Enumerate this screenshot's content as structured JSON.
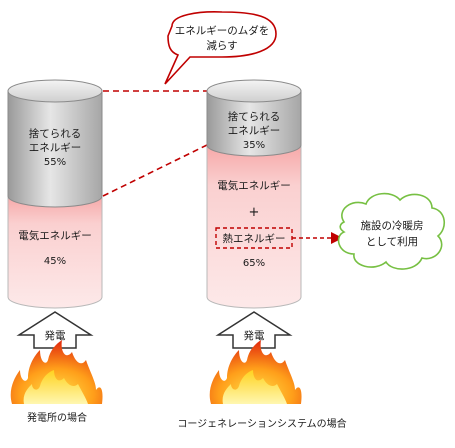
{
  "callout_top": {
    "line1": "エネルギーのムダを",
    "line2": "減らす"
  },
  "left_cylinder": {
    "waste_label_1": "捨てられる",
    "waste_label_2": "エネルギー",
    "waste_percent": "55%",
    "electric_label": "電気エネルギー",
    "electric_percent": "45%"
  },
  "right_cylinder": {
    "waste_label_1": "捨てられる",
    "waste_label_2": "エネルギー",
    "waste_percent": "35%",
    "electric_label": "電気エネルギー",
    "plus": "+",
    "heat_label": "熱エネルギー",
    "combined_percent": "65%"
  },
  "cloud": {
    "line1": "施設の冷暖房",
    "line2": "として利用"
  },
  "arrow_left_label": "発電",
  "arrow_right_label": "発電",
  "caption_left": "発電所の場合",
  "caption_right": "コージェネレーションシステムの場合",
  "colors": {
    "waste_gray": "#b8b8b8",
    "electric_pink": "#f6bcbc",
    "dash_red": "#c00000",
    "cloud_green": "#77c043"
  }
}
